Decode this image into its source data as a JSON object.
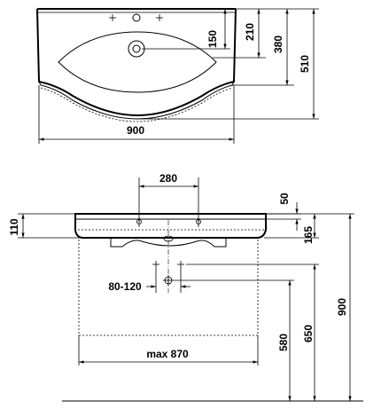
{
  "top_view": {
    "dims": {
      "d150": "150",
      "d210": "210",
      "d380": "380",
      "d510": "510",
      "width": "900"
    }
  },
  "front_view": {
    "dims": {
      "d280": "280",
      "d50": "50",
      "d110": "110",
      "d165": "165",
      "range": "80-120",
      "max_width": "max 870",
      "d580": "580",
      "d650": "650",
      "d900": "900"
    }
  }
}
